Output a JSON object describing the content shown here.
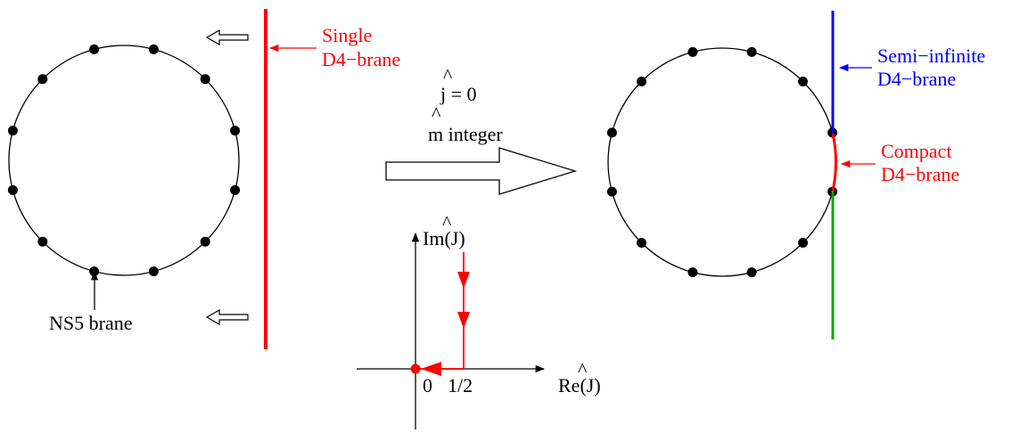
{
  "colors": {
    "ink": "#000000",
    "red": "#ff0000",
    "blue": "#0000ff",
    "green": "#00aa00",
    "background": "#ffffff"
  },
  "left_panel": {
    "single_d4_line1": "Single",
    "single_d4_line2": "D4−brane",
    "ns5_label": "NS5 brane"
  },
  "transition": {
    "condition_j": "j = 0",
    "condition_m": "m integer",
    "hat_mark": "^"
  },
  "right_panel": {
    "semi_infinite_line1": "Semi−infinite",
    "semi_infinite_line2": "D4−brane",
    "compact_line1": "Compact",
    "compact_line2": "D4−brane"
  },
  "plane": {
    "ylabel": "Im(J)",
    "xlabel": "Re(J)",
    "origin_tick": "0",
    "half_tick": "1/2",
    "hat_mark": "^"
  }
}
